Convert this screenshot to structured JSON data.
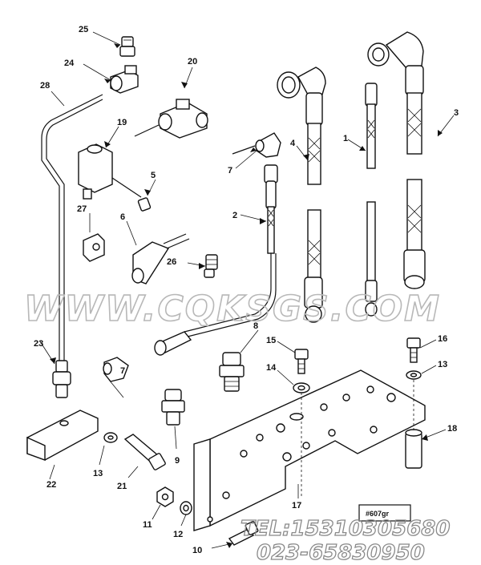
{
  "diagram": {
    "labels": [
      "25",
      "24",
      "20",
      "28",
      "19",
      "5",
      "27",
      "6",
      "26",
      "7",
      "2",
      "4",
      "1",
      "3",
      "8",
      "15",
      "16",
      "14",
      "13",
      "23",
      "18",
      "22",
      "21",
      "9",
      "17",
      "11",
      "12",
      "10"
    ],
    "part_code": "#607gr"
  },
  "watermark": {
    "site": "WWW.CQKSGS.COM",
    "phone": "TEL:15310305680",
    "phone2": "023-65830950"
  }
}
